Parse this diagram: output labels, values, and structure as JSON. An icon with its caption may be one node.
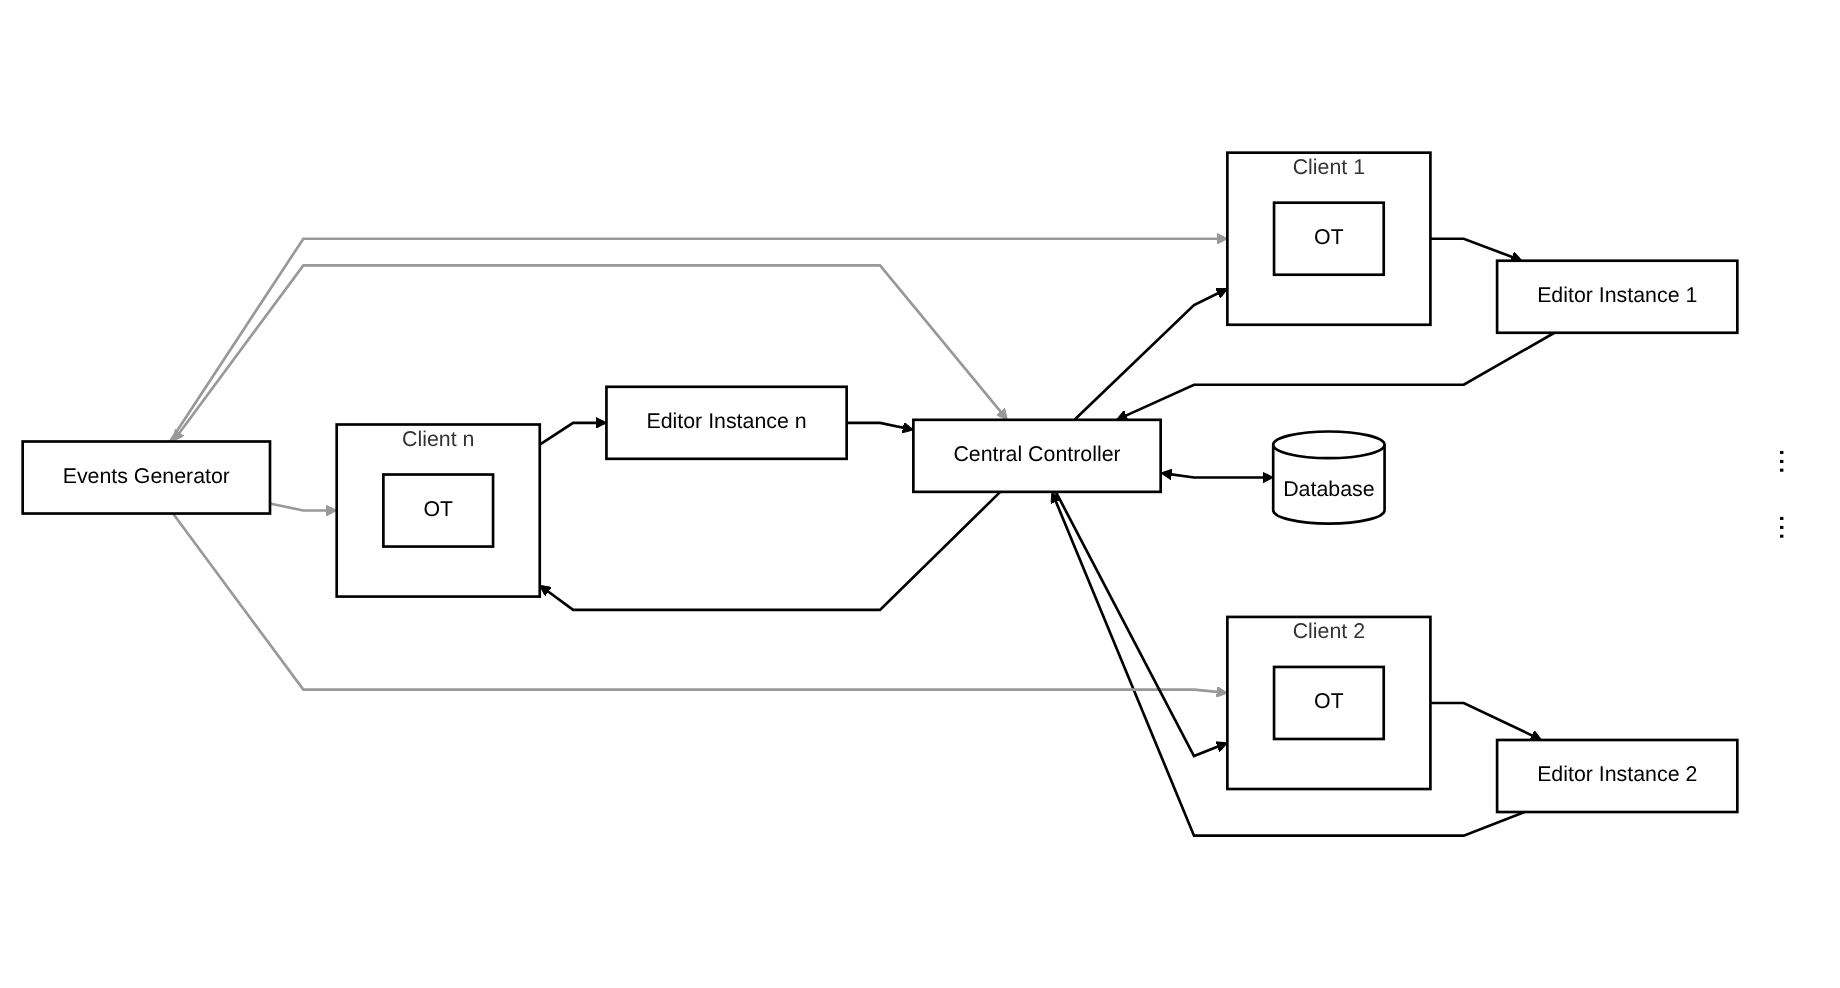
{
  "diagram": {
    "nodes": [
      {
        "text": [
          "Events Generator"
        ]
      },
      {
        "text": [
          "Central Controller"
        ]
      },
      {
        "text": [
          "Database"
        ]
      },
      {
        "text": [
          "Client 1"
        ]
      },
      {
        "text": [
          "OT"
        ],
        "in": 3
      },
      {
        "text": [
          "Client 2"
        ]
      },
      {
        "text": [
          "OT"
        ],
        "in": 5
      },
      {
        "text": [
          "Client n"
        ]
      },
      {
        "text": [
          "OT"
        ],
        "in": 7
      },
      {
        "text": [
          "Editor Instance 1"
        ]
      },
      {
        "text": [
          "Editor Instance 2"
        ]
      },
      {
        "text": [
          "Editor Instance n"
        ]
      }
    ],
    "edges": [
      {
        "from": 0,
        "to": 1,
        "arrow": "both",
        "color": "#999999"
      },
      {
        "from": 0,
        "to": 3,
        "arrow": "to",
        "color": "#999999"
      },
      {
        "from": 0,
        "to": 5,
        "arrow": "to",
        "color": "#999999"
      },
      {
        "from": 0,
        "to": 7,
        "arrow": "to",
        "color": "#999999"
      },
      {
        "from": 1,
        "to": 2,
        "arrow": "both"
      },
      {
        "from": 1,
        "to": 3,
        "arrow": "to"
      },
      {
        "from": 1,
        "to": 5,
        "arrow": "to"
      },
      {
        "from": 1,
        "to": 7,
        "arrow": "to"
      },
      {
        "from": 3,
        "to": 9,
        "arrow": "to"
      },
      {
        "from": 5,
        "to": 10,
        "arrow": "to"
      },
      {
        "from": 7,
        "to": 11,
        "arrow": "to"
      },
      {
        "from": 9,
        "to": 1,
        "arrow": "to"
      },
      {
        "from": 10,
        "to": 1,
        "arrow": "to"
      },
      {
        "from": 11,
        "to": 1,
        "arrow": "to"
      }
    ],
    "labels": [
      "...",
      "..."
    ]
  }
}
